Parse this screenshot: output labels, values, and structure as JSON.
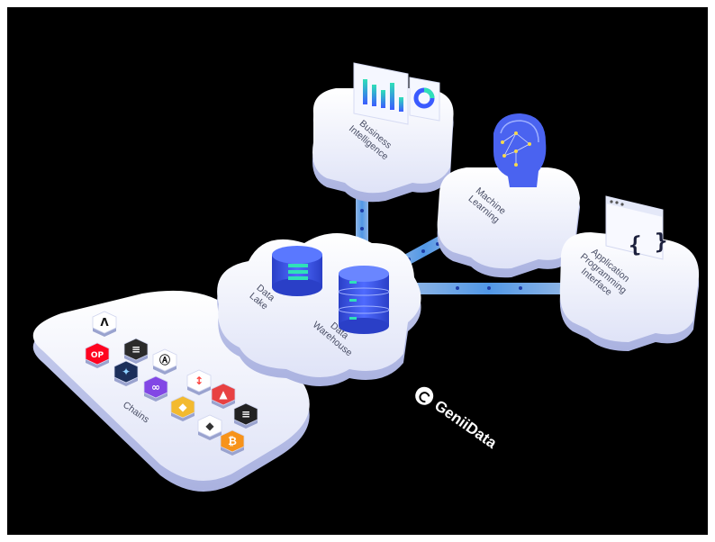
{
  "nodes": {
    "business_intelligence": "Business\nIntelligence",
    "machine_learning": "Machine\nLearning",
    "api": "Application\nProgramming\nInterface",
    "data_lake": "Data\nLake",
    "data_warehouse": "Data\nWarehouse",
    "chains": "Chains"
  },
  "brand": {
    "name": "GeniiData"
  },
  "icons": {
    "api_symbol": "{ }",
    "chain_tokens": [
      {
        "name": "arbitrum-token-icon",
        "color": "#ffffff",
        "glyph": "Λ",
        "fg": "#111"
      },
      {
        "name": "optimism-token-icon",
        "color": "#ff0420",
        "glyph": "OP",
        "fg": "#fff"
      },
      {
        "name": "solana-like-token-icon",
        "color": "#2b2b2b",
        "glyph": "≡",
        "fg": "#fff"
      },
      {
        "name": "ankr-token-icon",
        "color": "#ffffff",
        "glyph": "Ⓐ",
        "fg": "#111"
      },
      {
        "name": "fantom-token-icon",
        "color": "#1c2f5a",
        "glyph": "✦",
        "fg": "#8fd0ff"
      },
      {
        "name": "polygon-token-icon",
        "color": "#8247e5",
        "glyph": "∞",
        "fg": "#fff"
      },
      {
        "name": "kava-token-icon",
        "color": "#ffffff",
        "glyph": "↕",
        "fg": "#ff433e"
      },
      {
        "name": "bnb-token-icon",
        "color": "#f3ba2f",
        "glyph": "◆",
        "fg": "#fff"
      },
      {
        "name": "avalanche-token-icon",
        "color": "#e84142",
        "glyph": "▲",
        "fg": "#fff"
      },
      {
        "name": "ethereum-token-icon",
        "color": "#ffffff",
        "glyph": "◆",
        "fg": "#333"
      },
      {
        "name": "stacks-token-icon",
        "color": "#222222",
        "glyph": "≡",
        "fg": "#fff"
      },
      {
        "name": "bitcoin-token-icon",
        "color": "#f7931a",
        "glyph": "₿",
        "fg": "#fff"
      }
    ]
  },
  "colors": {
    "background": "#000000",
    "platform": "#eef0fb",
    "connector": "#6fb6ff",
    "accent_teal": "#2fe0b8",
    "accent_blue": "#3b5bff"
  }
}
